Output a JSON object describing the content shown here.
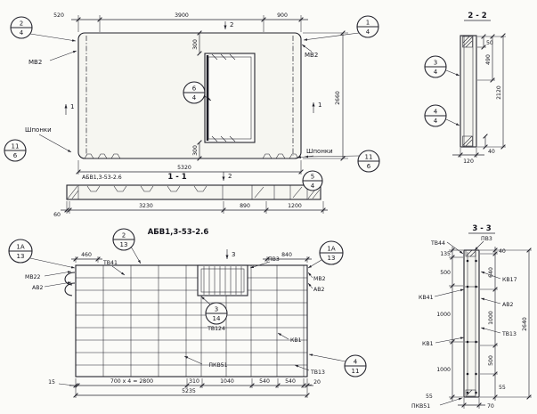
{
  "drawing": {
    "plan": {
      "dims": {
        "top_520": "520",
        "top_3900": "3900",
        "top_900": "900",
        "opening_300_top": "300",
        "opening_300_bottom": "300",
        "height_2660": "2660",
        "length_5320": "5320"
      },
      "labels": {
        "mv2_left": "МВ2",
        "mv2_right": "МВ2",
        "shponki_left": "Шпонки",
        "shponki_right": "Шпонки"
      },
      "markers": {
        "s1_left": "1",
        "s1_right": "1",
        "s2_top": "2"
      },
      "callouts": {
        "top_left": {
          "num": "2",
          "sheet": "4"
        },
        "top_right": {
          "num": "1",
          "sheet": "4"
        },
        "opening": {
          "num": "6",
          "sheet": "4"
        },
        "keys_left": {
          "num": "11",
          "sheet": "6"
        },
        "keys_right": {
          "num": "11",
          "sheet": "6"
        }
      }
    },
    "strip": {
      "mark": "АБВ1,3-53-2.6",
      "title": "1 - 1",
      "marker_s2": "2",
      "dims": {
        "d60": "60",
        "d3230": "3230",
        "d890": "890",
        "d1200": "1200"
      },
      "callout": {
        "num": "5",
        "sheet": "4"
      }
    },
    "section22": {
      "title": "2 - 2",
      "dims": {
        "d50": "50",
        "d490": "490",
        "d2120": "2120",
        "d120": "120",
        "d40": "40"
      },
      "callouts": {
        "upper": {
          "num": "3",
          "sheet": "4"
        },
        "lower": {
          "num": "4",
          "sheet": "4"
        }
      }
    },
    "rebar": {
      "title": "АБВ1,3-53-2.6",
      "marker_s3": "3",
      "labels": {
        "tv41": "ТВ41",
        "pv3": "ПВ3",
        "mv22": "МВ22",
        "av2_left": "АВ2",
        "mv2_right": "МВ2",
        "av2_right": "АВ2",
        "tv124": "ТВ124",
        "kv1": "КВ1",
        "pkv51": "ПКВ51",
        "tv13": "ТВ13"
      },
      "dims": {
        "d460": "460",
        "d840": "840",
        "d15": "15",
        "d700x4": "700 х 4 = 2800",
        "d310": "310",
        "d1040": "1040",
        "d540a": "540",
        "d540b": "540",
        "d20": "20",
        "total": "5235"
      },
      "callouts": {
        "left": {
          "num": "1А",
          "sheet": "13"
        },
        "right": {
          "num": "1А",
          "sheet": "13"
        },
        "top": {
          "num": "2",
          "sheet": "13"
        },
        "mid": {
          "num": "3",
          "sheet": "14"
        },
        "bottom_right": {
          "num": "4",
          "sheet": "11"
        }
      }
    },
    "section33": {
      "title": "3 - 3",
      "labels": {
        "tv44": "ТВ44",
        "pv3": "ПВ3",
        "kv17": "КВ17",
        "av2": "АВ2",
        "tv13": "ТВ13",
        "kv41": "КВ41",
        "kv1": "КВ1",
        "pkv51": "ПКВ51"
      },
      "dims_left": {
        "d135": "135",
        "d500": "500",
        "d1000a": "1000",
        "d1000b": "1000",
        "d55": "55"
      },
      "dims_right": {
        "d40": "40",
        "d640": "640",
        "d1000": "1000",
        "d500": "500",
        "d55": "55"
      },
      "dims": {
        "total": "2640",
        "d70": "70"
      }
    }
  }
}
